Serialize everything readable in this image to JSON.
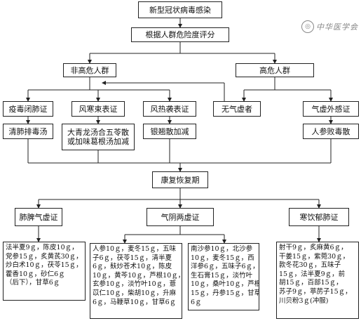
{
  "title": "新型冠状病毒感染",
  "assessment": "根据人群危险度评分",
  "groups": {
    "non_high_risk": "非高危人群",
    "high_risk": "高危人群"
  },
  "syndromes": {
    "epidemic_toxin": "疫毒闭肺证",
    "wind_cold": "风寒束表证",
    "wind_heat": "风热袭表证",
    "qi_deficiency": "无气虚者",
    "qi_deficiency_exogenous": "气虚外感证"
  },
  "treatments": {
    "epidemic_toxin": "清肺排毒汤",
    "wind_cold": "大青龙汤合五苓散\n或加味葛根汤加减",
    "wind_heat": "银翘散加减",
    "qi_deficiency_exogenous": "人参败毒散"
  },
  "recovery": "康复恢复期",
  "recovery_syndromes": {
    "lung_spleen": "肺脾气虚证",
    "qi_yin": "气阴两虚证",
    "cold_fluid": "寒饮郁肺证"
  },
  "prescriptions": {
    "lung_spleen": "法半夏9ｇ，陈皮10ｇ，\n党参15ｇ，炙黄芪30ｇ，\n炒白术10ｇ，茯苓15ｇ，\n藿香10ｇ，砂仁6ｇ\n（后下），甘草6ｇ",
    "qi_yin_a": "人参10ｇ，麦冬15ｇ，五味\n子6ｇ，茯苓15ｇ，清半夏\n6ｇ，麸炒苍术10ｇ，陈皮\n10ｇ，黄芩10ｇ，芦根10ｇ，\n玄参10ｇ，淡竹叶10ｇ，薏\n苡仁10ｇ，柴胡10ｇ，升麻\n6ｇ，马鞭草10ｇ，甘草6ｇ",
    "qi_yin_b": "南沙参10ｇ，北沙参\n10ｇ，麦冬15ｇ，西\n洋参6ｇ，五味子6ｇ，\n生石膏15ｇ，淡竹叶\n10ｇ，桑叶10ｇ，芦根\n15ｇ，丹参15ｇ，甘草\n6ｇ",
    "cold_fluid": "射干9ｇ，炙麻黄6ｇ，\n干姜15ｇ，紫菀30ｇ，\n款冬花30ｇ，五味子\n15ｇ，法半夏9ｇ，前\n胡15ｇ，百部15ｇ，\n苏子9ｇ，葶苈子15ｇ，\n川贝粉3ｇ(冲服)"
  },
  "watermark": "中华医学会",
  "colors": {
    "line": "#222222",
    "box_border": "#222222",
    "background": "#ffffff",
    "watermark": "#888888"
  }
}
